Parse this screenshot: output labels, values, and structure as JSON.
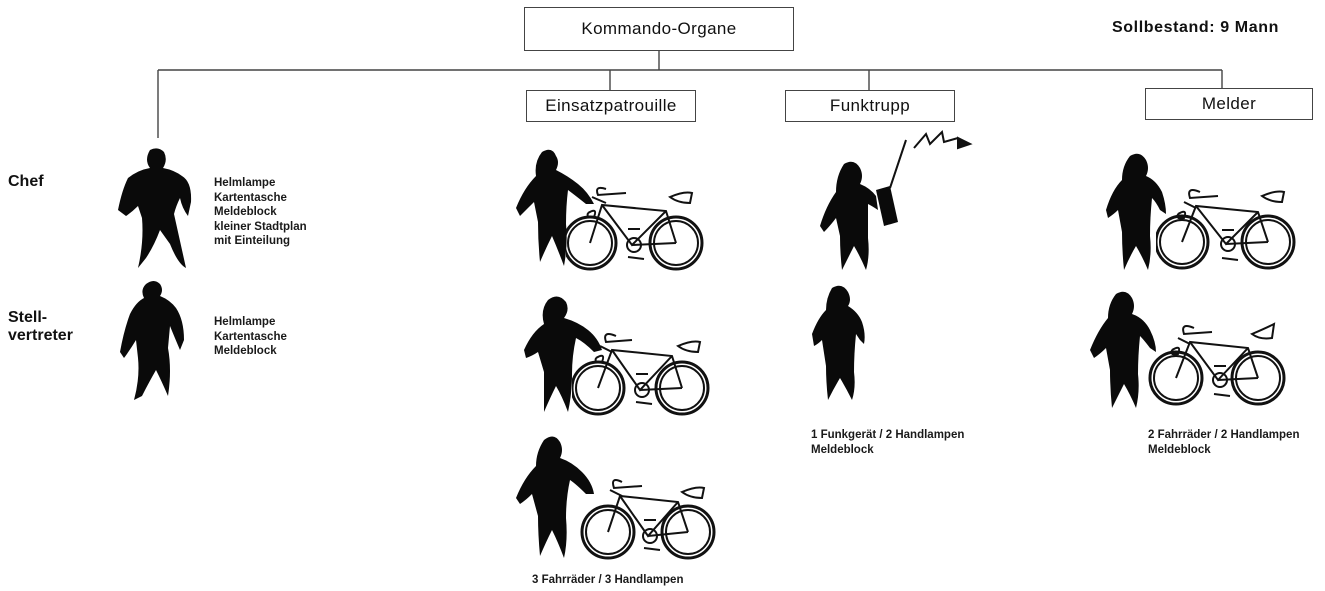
{
  "header": {
    "root_label": "Kommando-Organe",
    "strength": "Sollbestand:  9 Mann"
  },
  "groups": [
    {
      "label": "Einsatzpatrouille",
      "footer": [
        "3 Fahrräder / 3 Handlampen"
      ]
    },
    {
      "label": "Funktrupp",
      "footer": [
        "1 Funkgerät / 2 Handlampen",
        "Meldeblock"
      ]
    },
    {
      "label": "Melder",
      "footer": [
        "2 Fahrräder / 2 Handlampen",
        "Meldeblock"
      ]
    }
  ],
  "command": {
    "chef": {
      "label": "Chef",
      "equipment": [
        "Helmlampe",
        "Kartentasche",
        "Meldeblock",
        "kleiner Stadtplan",
        "mit Einteilung"
      ]
    },
    "deputy": {
      "label_lines": [
        "Stell-",
        "vertreter"
      ],
      "equipment": [
        "Helmlampe",
        "Kartentasche",
        "Meldeblock"
      ]
    }
  },
  "icons": {
    "person": "person-silhouette-icon",
    "bicycle": "bicycle-icon",
    "radio": "radio-set-icon"
  }
}
